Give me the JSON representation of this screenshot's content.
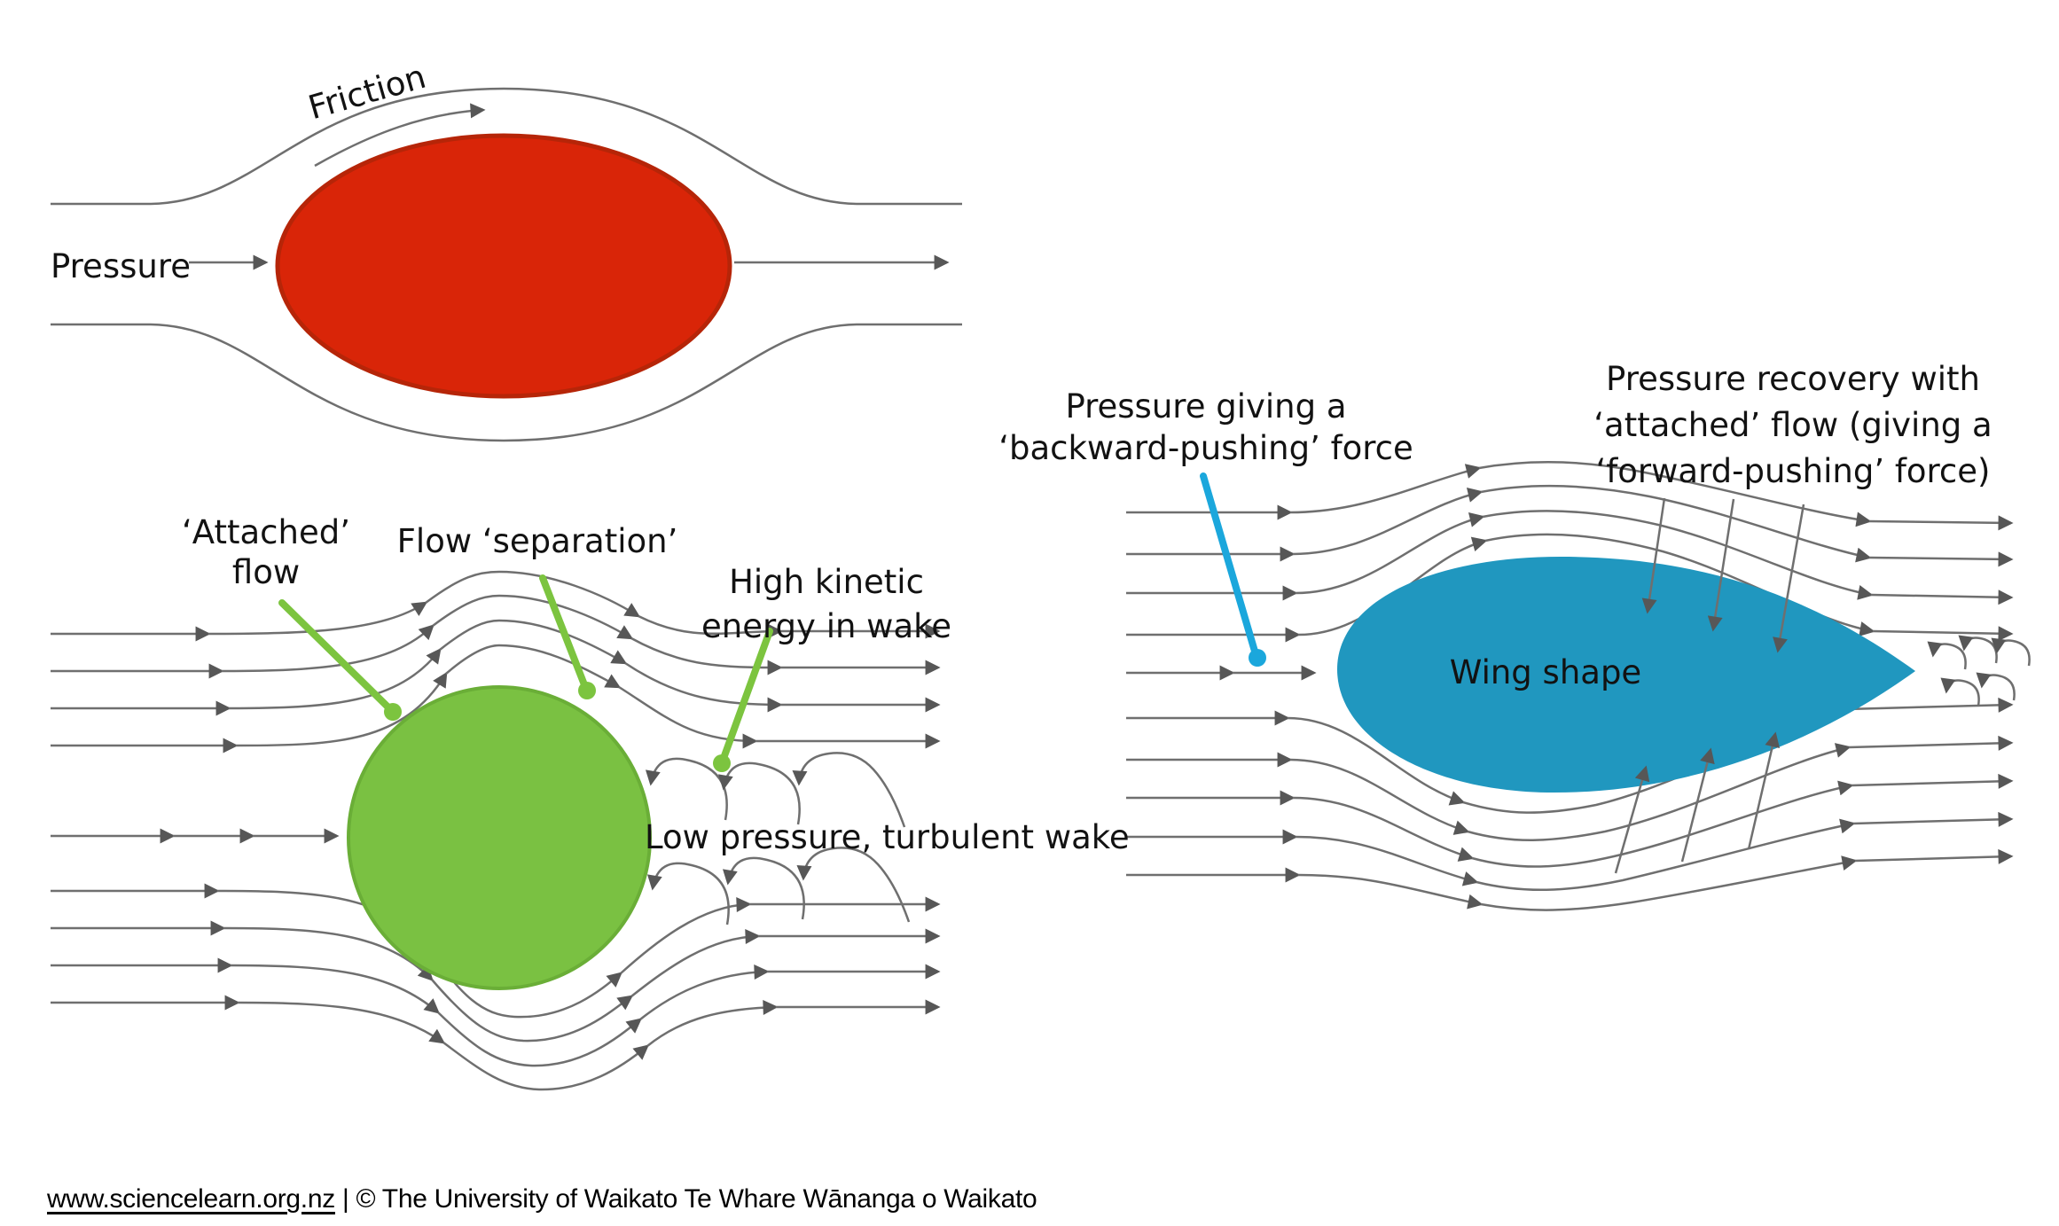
{
  "colors": {
    "red_body": "#d92508",
    "red_border": "#b62508",
    "green_body": "#7ac142",
    "green_border": "#6aae37",
    "green_pointer": "#7cc43f",
    "blue_body": "#2097bf",
    "blue_pointer": "#1ba7dc",
    "streamline_gray": "#6f6f6f",
    "arrow_gray": "#575757"
  },
  "diagram_ellipse": {
    "friction": "Friction",
    "pressure": "Pressure"
  },
  "diagram_sphere": {
    "attached_line1": "‘Attached’",
    "attached_line2": "flow",
    "separation": "Flow ‘separation’",
    "kinetic_line1": "High kinetic",
    "kinetic_line2": "energy in wake",
    "wake": "Low pressure, turbulent wake"
  },
  "diagram_wing": {
    "backward_line1": "Pressure giving a",
    "backward_line2": "‘backward-pushing’ force",
    "recovery_line1": "Pressure recovery with",
    "recovery_line2": "‘attached’ flow (giving a",
    "recovery_line3": "‘forward-pushing’ force)",
    "wing": "Wing shape"
  },
  "footer": {
    "link": "www.sciencelearn.org.nz",
    "separator": " | ",
    "credit": "© The University of Waikato Te Whare Wānanga o Waikato"
  }
}
